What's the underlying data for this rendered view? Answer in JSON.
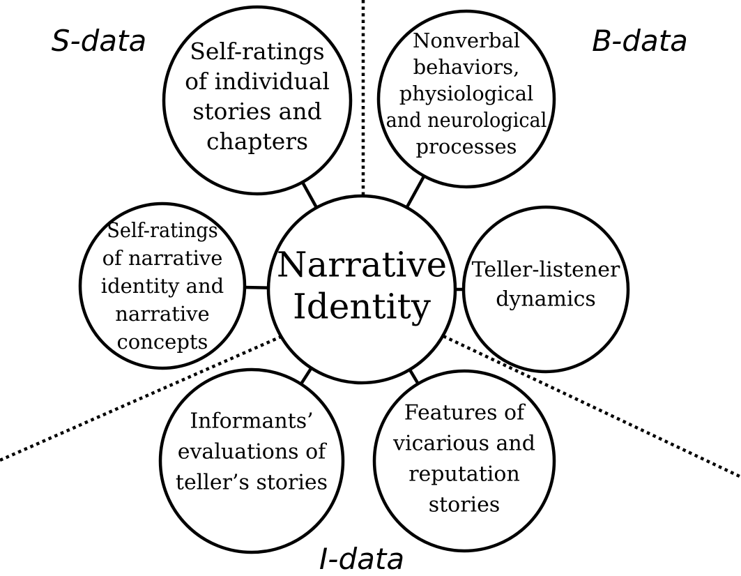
{
  "diagram": {
    "center": {
      "id": "narrative-identity",
      "lines": [
        "Narrative",
        "Identity"
      ]
    },
    "categories": [
      {
        "id": "s-data",
        "label": "S-data"
      },
      {
        "id": "b-data",
        "label": "B-data"
      },
      {
        "id": "i-data",
        "label": "I-data"
      }
    ],
    "nodes": [
      {
        "id": "self-ratings-stories",
        "category": "s-data",
        "lines": [
          "Self-ratings",
          "of individual",
          "stories and",
          "chapters"
        ]
      },
      {
        "id": "nonverbal-behaviors",
        "category": "b-data",
        "lines": [
          "Nonverbal",
          "behaviors,",
          "physiological",
          "and neurological",
          "processes"
        ]
      },
      {
        "id": "self-ratings-identity",
        "category": "s-data",
        "lines": [
          "Self-ratings",
          "of narrative",
          "identity and",
          "narrative",
          "concepts"
        ]
      },
      {
        "id": "teller-listener",
        "category": "b-data",
        "lines": [
          "Teller-listener",
          "dynamics"
        ]
      },
      {
        "id": "informants-evaluations",
        "category": "i-data",
        "lines": [
          "Informants’",
          "evaluations of",
          "teller’s stories"
        ]
      },
      {
        "id": "vicarious-reputation",
        "category": "i-data",
        "lines": [
          "Features of",
          "vicarious and",
          "reputation",
          "stories"
        ]
      }
    ],
    "edges": [
      [
        "narrative-identity",
        "self-ratings-stories"
      ],
      [
        "narrative-identity",
        "nonverbal-behaviors"
      ],
      [
        "narrative-identity",
        "self-ratings-identity"
      ],
      [
        "narrative-identity",
        "teller-listener"
      ],
      [
        "narrative-identity",
        "informants-evaluations"
      ],
      [
        "narrative-identity",
        "vicarious-reputation"
      ]
    ]
  }
}
